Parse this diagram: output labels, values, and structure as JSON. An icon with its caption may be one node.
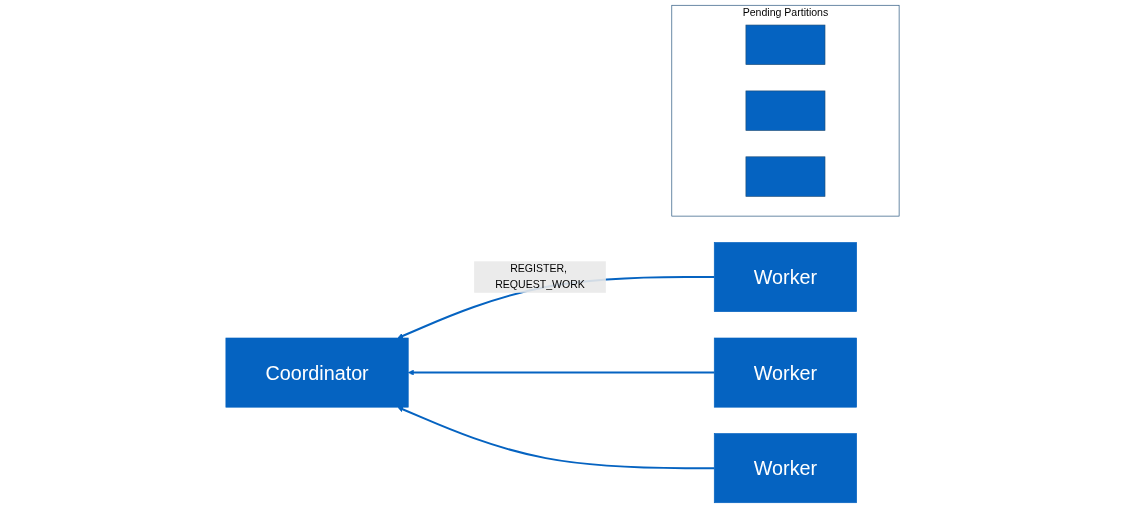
{
  "diagram": {
    "nodes": [
      {
        "text": [
          "Coordinator"
        ]
      },
      {
        "text": [
          "Worker"
        ]
      },
      {
        "text": [
          "Worker"
        ]
      },
      {
        "text": [
          "Worker"
        ]
      },
      {
        "text": [
          "Pending Partitions"
        ]
      },
      {
        "text": [],
        "shape": "box",
        "in": 4
      },
      {
        "text": [],
        "shape": "box",
        "in": 4
      },
      {
        "text": [],
        "shape": "box",
        "in": 4
      }
    ],
    "edges": [
      {
        "from": 1,
        "to": 0,
        "arrow": "to",
        "label": "REGISTER, REQUEST_WORK"
      },
      {
        "from": 2,
        "to": 0,
        "arrow": "to"
      },
      {
        "from": 3,
        "to": 0,
        "arrow": "to"
      }
    ]
  }
}
